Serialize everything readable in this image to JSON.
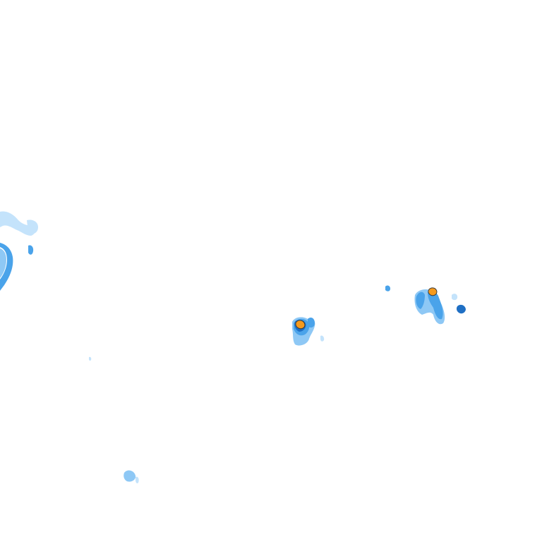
{
  "map": {
    "background_color": "#ffffff",
    "precipitation_scale": {
      "very_light": "#c4e3fb",
      "light": "#8ec8f5",
      "moderate": "#4aa3ea",
      "heavy": "#1f6fc4",
      "very_heavy": "#0a3a7a",
      "intense": "#f59a1e",
      "outline": "#3a3a3a"
    },
    "echoes": [
      {
        "id": "west-edge-arc",
        "intensity": "moderate"
      },
      {
        "id": "west-edge-fragments",
        "intensity": "light"
      },
      {
        "id": "central-cell",
        "intensity": "intense"
      },
      {
        "id": "east-cell",
        "intensity": "intense"
      },
      {
        "id": "east-small-cell-left",
        "intensity": "moderate"
      },
      {
        "id": "east-small-cell-right",
        "intensity": "heavy"
      },
      {
        "id": "south-west-speck",
        "intensity": "light"
      }
    ]
  }
}
